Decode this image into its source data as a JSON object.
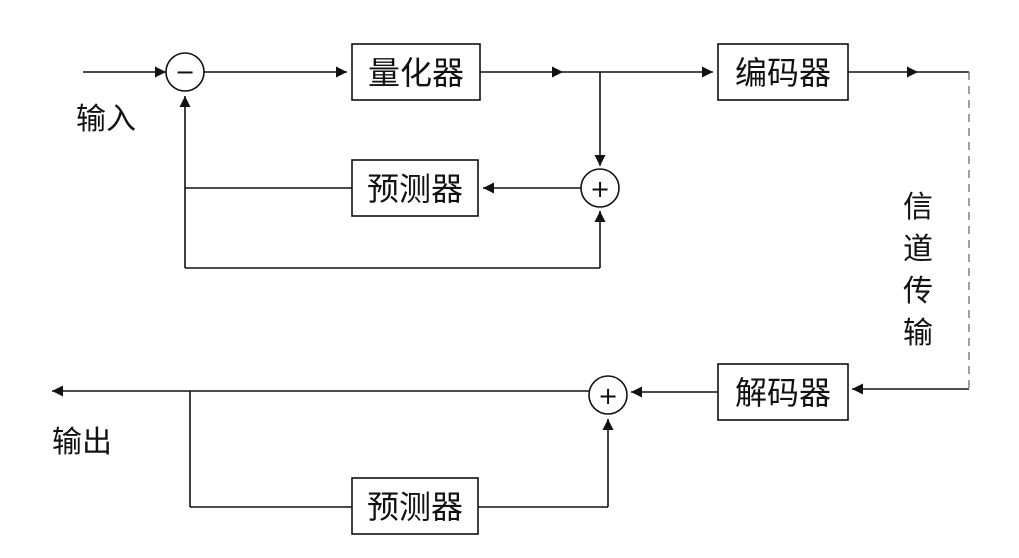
{
  "blocks": {
    "quantizer": "量化器",
    "encoder": "编码器",
    "predictor_top": "预测器",
    "decoder": "解码器",
    "predictor_bottom": "预测器"
  },
  "labels": {
    "input": "输入",
    "output": "输出",
    "channel": [
      "信",
      "道",
      "传",
      "输"
    ]
  },
  "summing": {
    "minus": "−",
    "plus": "+"
  }
}
